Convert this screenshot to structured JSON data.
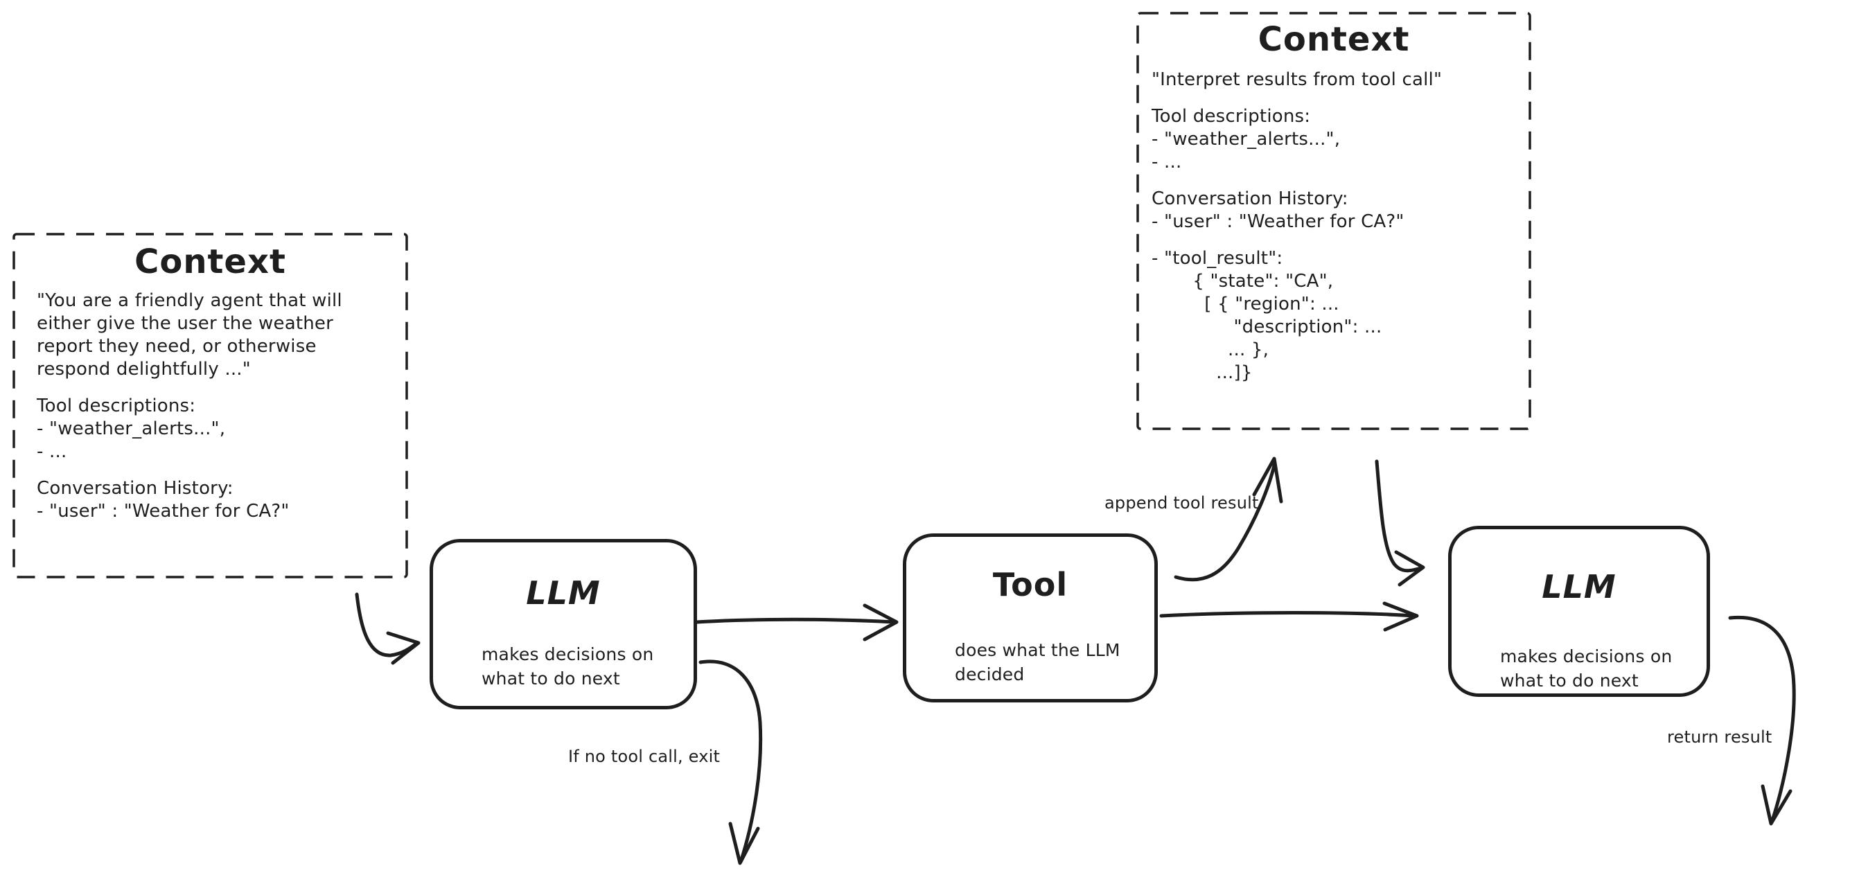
{
  "canvas": {
    "background": "#ffffff",
    "ink": "#1e1e1e",
    "style": "hand-drawn whiteboard diagram"
  },
  "context_left": {
    "title": "Context",
    "p1": "\"You are a friendly agent that will\neither give the user the weather\nreport they need, or otherwise\nrespond delightfully ...\"",
    "p2": "Tool descriptions:\n- \"weather_alerts...\",\n- ...",
    "p3": "Conversation History:\n- \"user\" : \"Weather for CA?\""
  },
  "context_right": {
    "title": "Context",
    "p1": "\"Interpret results from tool call\"",
    "p2": "Tool descriptions:\n- \"weather_alerts...\",\n- ...",
    "p3": "Conversation History:\n- \"user\" : \"Weather for CA?\"",
    "p4": "- \"tool_result\":\n       { \"state\": \"CA\",\n         [ { \"region\": ...\n              \"description\": ...\n             ... },\n           ...]}"
  },
  "nodes": {
    "llm1": {
      "title": "LLM",
      "subtitle": "makes decisions on\nwhat to do next"
    },
    "tool": {
      "title": "Tool",
      "subtitle": "does what the LLM\ndecided"
    },
    "llm2": {
      "title": "LLM",
      "subtitle": "makes decisions on\nwhat to do next"
    }
  },
  "edge_labels": {
    "append_tool_result": "append tool result",
    "no_tool_call_exit": "If no tool call, exit",
    "return_result": "return result"
  }
}
